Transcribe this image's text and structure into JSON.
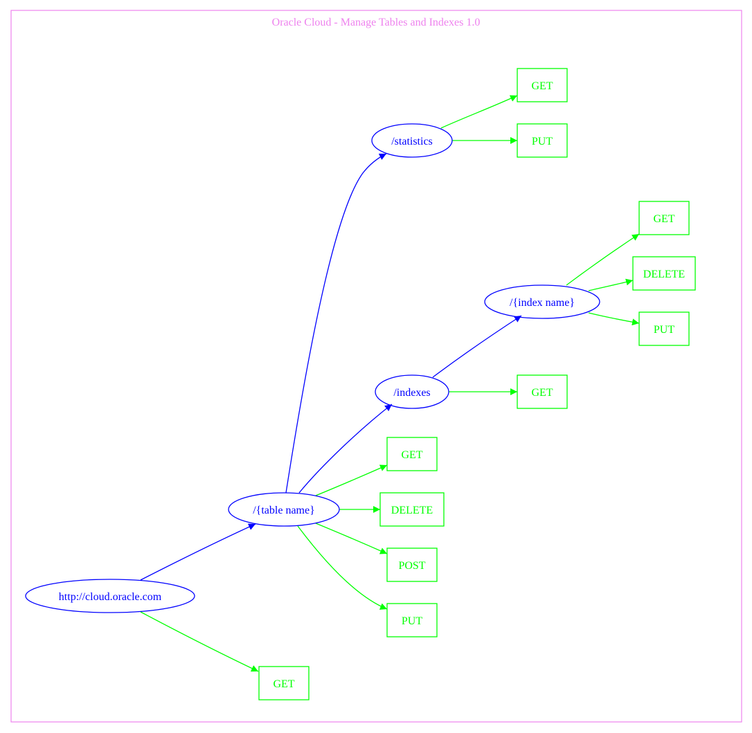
{
  "title": "Oracle Cloud - Manage Tables and Indexes 1.0",
  "colors": {
    "frame": "#ee82ee",
    "resource": "#0000ff",
    "method": "#00ff00"
  },
  "nodes": [
    {
      "id": "root",
      "kind": "resource",
      "label": "http://cloud.oracle.com"
    },
    {
      "id": "root_get",
      "kind": "method",
      "label": "GET"
    },
    {
      "id": "table",
      "kind": "resource",
      "label": "/{table name}"
    },
    {
      "id": "table_get",
      "kind": "method",
      "label": "GET"
    },
    {
      "id": "table_delete",
      "kind": "method",
      "label": "DELETE"
    },
    {
      "id": "table_post",
      "kind": "method",
      "label": "POST"
    },
    {
      "id": "table_put",
      "kind": "method",
      "label": "PUT"
    },
    {
      "id": "indexes",
      "kind": "resource",
      "label": "/indexes"
    },
    {
      "id": "indexes_get",
      "kind": "method",
      "label": "GET"
    },
    {
      "id": "index",
      "kind": "resource",
      "label": "/{index name}"
    },
    {
      "id": "index_get",
      "kind": "method",
      "label": "GET"
    },
    {
      "id": "index_delete",
      "kind": "method",
      "label": "DELETE"
    },
    {
      "id": "index_put",
      "kind": "method",
      "label": "PUT"
    },
    {
      "id": "statistics",
      "kind": "resource",
      "label": "/statistics"
    },
    {
      "id": "statistics_get",
      "kind": "method",
      "label": "GET"
    },
    {
      "id": "statistics_put",
      "kind": "method",
      "label": "PUT"
    }
  ],
  "edges": [
    {
      "from": "root",
      "to": "table"
    },
    {
      "from": "root",
      "to": "root_get"
    },
    {
      "from": "table",
      "to": "statistics"
    },
    {
      "from": "table",
      "to": "indexes"
    },
    {
      "from": "table",
      "to": "table_get"
    },
    {
      "from": "table",
      "to": "table_delete"
    },
    {
      "from": "table",
      "to": "table_post"
    },
    {
      "from": "table",
      "to": "table_put"
    },
    {
      "from": "indexes",
      "to": "index"
    },
    {
      "from": "indexes",
      "to": "indexes_get"
    },
    {
      "from": "index",
      "to": "index_get"
    },
    {
      "from": "index",
      "to": "index_delete"
    },
    {
      "from": "index",
      "to": "index_put"
    },
    {
      "from": "statistics",
      "to": "statistics_get"
    },
    {
      "from": "statistics",
      "to": "statistics_put"
    }
  ]
}
